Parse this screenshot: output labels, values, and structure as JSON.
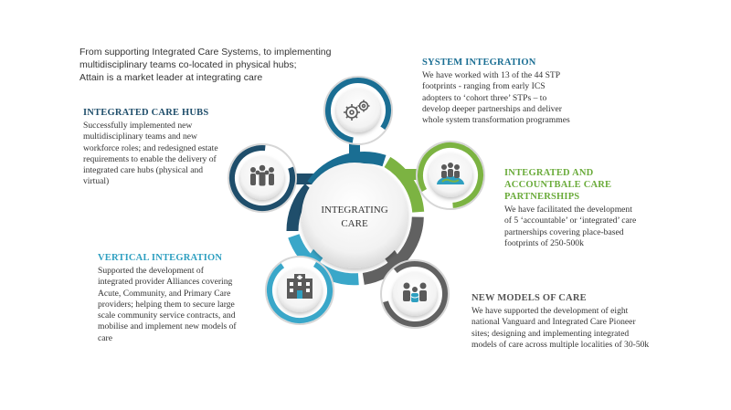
{
  "intro": {
    "line1": "From supporting Integrated Care Systems, to implementing",
    "line2": "multidisciplinary teams co-located in physical hubs;",
    "line3": "Attain is a market leader at integrating care"
  },
  "center": {
    "line1": "INTEGRATING",
    "line2": "CARE"
  },
  "colors": {
    "blue": "#1a6e93",
    "green": "#7cb342",
    "teal": "#3aa7c9",
    "gray": "#616161",
    "navy": "#1f4e6b"
  },
  "nodes": {
    "system_integration": {
      "icon": "gears-icon",
      "title": "SYSTEM INTEGRATION",
      "lines": [
        "We have worked with 13 of the 44 STP",
        "footprints - ranging from early ICS",
        "adopters to ‘cohort three’ STPs – to",
        "develop deeper partnerships and deliver",
        "whole system transformation programmes"
      ]
    },
    "integrated_care_hubs": {
      "icon": "people-group-icon",
      "title": "INTEGRATED CARE HUBS",
      "lines": [
        "Successfully implemented new",
        "multidisciplinary teams and new",
        "workforce roles; and redesigned estate",
        "requirements to enable the delivery of",
        "integrated care hubs (physical and",
        "virtual)"
      ]
    },
    "accountable_care": {
      "icon": "partnership-globe-icon",
      "title_lines": [
        "INTEGRATED AND",
        "ACCOUNTBALE CARE",
        "PARTNERSHIPS"
      ],
      "lines": [
        "We have facilitated the development",
        "of 5 ‘accountable’ or ‘integrated’ care",
        "partnerships covering place-based",
        "footprints of 250-500k"
      ]
    },
    "vertical_integration": {
      "icon": "hospital-icon",
      "title": "VERTICAL INTEGRATION",
      "lines": [
        "Supported the development of",
        "integrated provider Alliances covering",
        "Acute, Community, and Primary Care",
        "providers; helping them to secure large",
        "scale community service contracts, and",
        "mobilise and implement new models of",
        "care"
      ]
    },
    "new_models": {
      "icon": "care-team-icon",
      "title": "NEW MODELS OF CARE",
      "lines": [
        "We have supported the development of eight",
        "national Vanguard and Integrated Care Pioneer",
        "sites; designing and implementing integrated",
        "models of care across multiple localities of 30-50k"
      ]
    }
  }
}
